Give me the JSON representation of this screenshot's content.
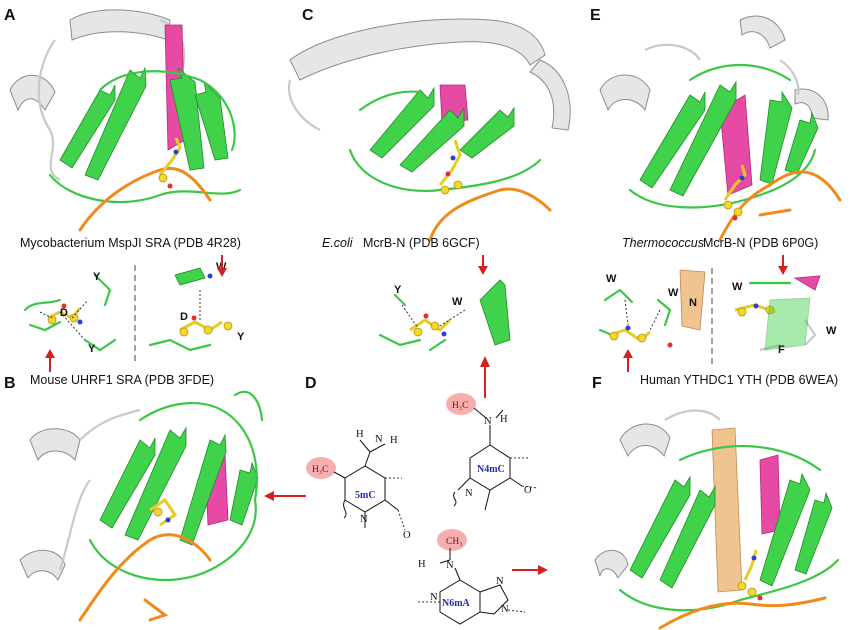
{
  "panels": {
    "A": "A",
    "B": "B",
    "C": "C",
    "D": "D",
    "E": "E",
    "F": "F"
  },
  "captions": {
    "a": "Mycobacterium MspJI SRA (PDB 4R28)",
    "b": "Mouse UHRF1 SRA (PDB 3FDE)",
    "c_italic": "E.coli",
    "c_rest": " McrB-N (PDB 6GCF)",
    "e_italic": "Thermococcus",
    "e_rest": " McrB-N (PDB 6P0G)",
    "f": "Human YTHDC1 YTH (PDB 6WEA)"
  },
  "residues": {
    "a1_y": "Y",
    "a1_d": "D",
    "a1_y2": "Y",
    "a2_w": "W",
    "a2_d": "D",
    "a2_y": "Y",
    "c_y": "Y",
    "c_w": "W",
    "e1_w": "W",
    "e1_w2": "W",
    "e1_n": "N",
    "e2_w": "W",
    "e2_w2": "W",
    "e2_f": "F"
  },
  "chem": {
    "m5c_label": "5mC",
    "m5c_methyl": "H₃C",
    "m5c_h": "H",
    "m5c_nh": "N",
    "m5c_h2": "H",
    "m5c_o": "O",
    "m5c_n1": "N",
    "n4mc_label": "N4mC",
    "n4mc_methyl": "H₃C",
    "n4mc_n": "N",
    "n4mc_h": "H",
    "n4mc_n1": "N",
    "n4mc_o": "O",
    "n6ma_label": "N6mA",
    "n6ma_methyl": "CH₃",
    "n6ma_h": "H",
    "n6ma_n": "N",
    "n6ma_n1": "N",
    "n6ma_n2": "N",
    "n6ma_n3": "N"
  },
  "colors": {
    "strand_green": "#3fd24a",
    "helix_pink": "#e64aa5",
    "dna_orange": "#f08a1c",
    "ligand_yellow": "#f2d82a",
    "helix_grey": "#e6e6e6",
    "helix_tan": "#f0c48e",
    "arrow_red": "#d42020",
    "mod_blue": "#1f2fb0",
    "methyl_halo": "#f4a0a0"
  }
}
